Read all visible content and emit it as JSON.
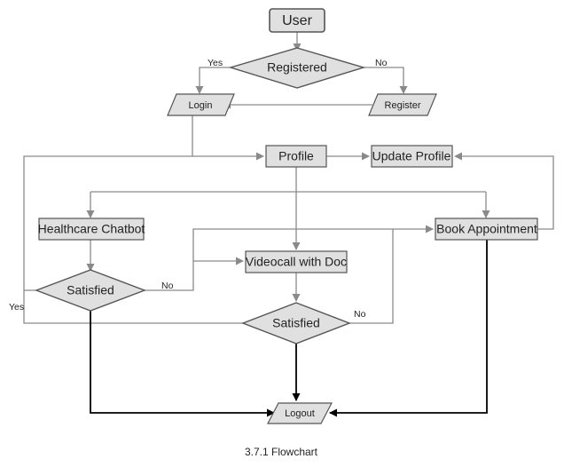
{
  "nodes": {
    "user": "User",
    "registered": "Registered",
    "login": "Login",
    "register": "Register",
    "profile": "Profile",
    "update_profile": "Update Profile",
    "healthcare_chatbot": "Healthcare Chatbot",
    "book_appointment": "Book Appointment",
    "videocall": "Videocall with Doc",
    "satisfied_1": "Satisfied",
    "satisfied_2": "Satisfied",
    "logout": "Logout"
  },
  "edge_labels": {
    "registered_yes": "Yes",
    "registered_no": "No",
    "satisfied1_no": "No",
    "satisfied1_yes": "Yes",
    "satisfied2_no": "No"
  },
  "caption": "3.7.1 Flowchart"
}
